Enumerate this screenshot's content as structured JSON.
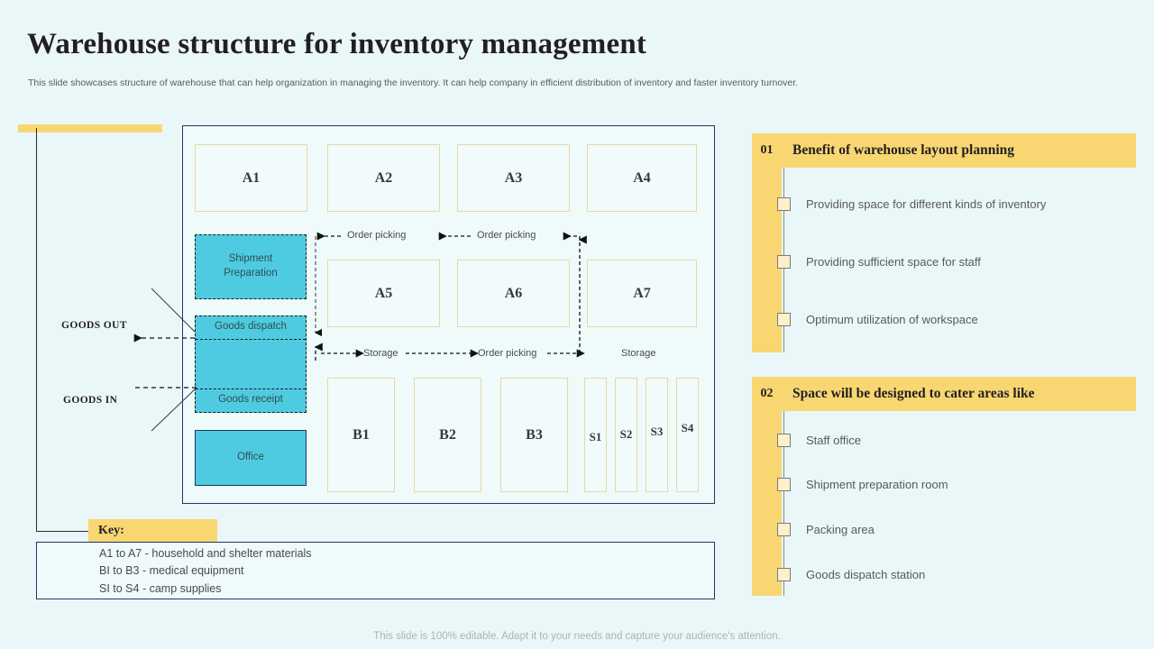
{
  "header": {
    "title": "Warehouse structure for inventory management",
    "subtitle": "This slide showcases structure of warehouse that can help organization in managing the inventory. It can help company in efficient distribution of inventory and faster inventory turnover."
  },
  "footer": {
    "note": "This slide is 100% editable. Adapt it to your needs and capture your audience's attention."
  },
  "diagram": {
    "row_a_top": [
      {
        "label": "A1"
      },
      {
        "label": "A2"
      },
      {
        "label": "A3"
      },
      {
        "label": "A4"
      }
    ],
    "row_a_mid": [
      {
        "label": "A5"
      },
      {
        "label": "A6"
      },
      {
        "label": "A7"
      }
    ],
    "row_b": [
      {
        "label": "B1"
      },
      {
        "label": "B2"
      },
      {
        "label": "B3"
      }
    ],
    "row_s": [
      {
        "label": "S1"
      },
      {
        "label": "S2"
      },
      {
        "label": "S3"
      },
      {
        "label": "S4"
      }
    ],
    "rooms": {
      "shipment_preparation": "Shipment\nPreparation",
      "shipment_preparation_line1": "Shipment",
      "shipment_preparation_line2": "Preparation",
      "goods_dispatch": "Goods dispatch",
      "goods_receipt": "Goods receipt",
      "office": "Office"
    },
    "flows": {
      "order_picking_1": "Order picking",
      "order_picking_2": "Order picking",
      "storage_1": "Storage",
      "order_picking_3": "Order picking",
      "storage_2": "Storage"
    },
    "goods_out": "GOODS OUT",
    "goods_in": "GOODS IN"
  },
  "key": {
    "tab_label": "Key:",
    "lines": [
      "A1 to A7 - household and shelter materials",
      "BI to B3 - medical equipment",
      "SI to S4 - camp supplies"
    ]
  },
  "panels": [
    {
      "number": "01",
      "title": "Benefit of warehouse layout planning",
      "items": [
        "Providing space for different kinds of inventory",
        "Providing sufficient space for staff",
        "Optimum utilization of workspace"
      ]
    },
    {
      "number": "02",
      "title": "Space will be designed to cater areas like",
      "items": [
        "Staff office",
        "Shipment preparation room",
        "Packing area",
        "Goods dispatch station"
      ]
    }
  ],
  "colors": {
    "background": "#eaf7f8",
    "accent_yellow": "#f8d773",
    "cyan_room": "#4ecbe0",
    "cell_border": "#e8d9a0",
    "navy_border": "#1f3864"
  }
}
